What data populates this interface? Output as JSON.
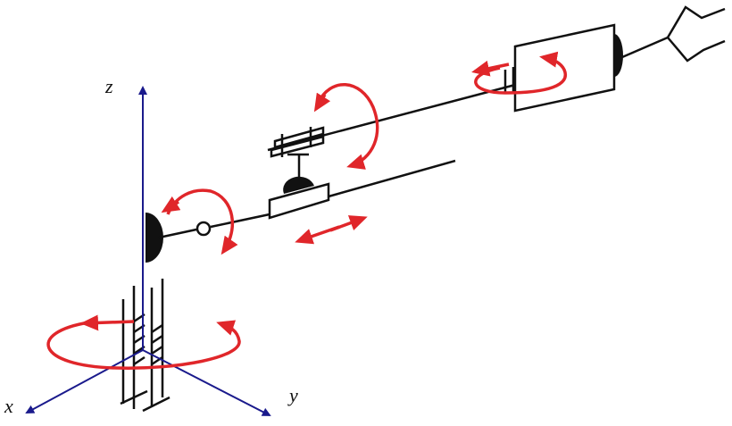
{
  "axes": {
    "z_label": "z",
    "x_label": "x",
    "y_label": "y",
    "axis_color": "#1a1a8c"
  },
  "colors": {
    "mechanism": "#111111",
    "motion_arrow": "#e0262a",
    "background": "#ffffff"
  }
}
